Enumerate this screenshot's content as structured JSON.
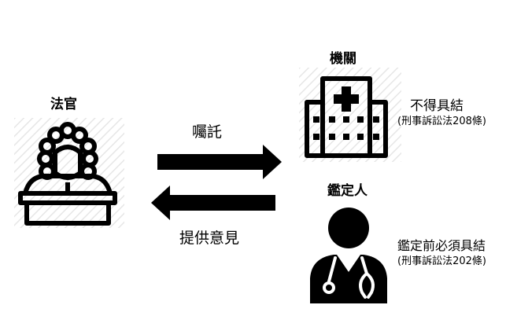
{
  "judge": {
    "label": "法官",
    "icon": "judge-icon"
  },
  "agency": {
    "label": "機關",
    "icon": "hospital-icon"
  },
  "expert": {
    "label": "鑑定人",
    "icon": "doctor-icon"
  },
  "commission": {
    "label": "囑託",
    "icon": "arrow-right-icon"
  },
  "submit_opinion": {
    "label": "提供意見",
    "icon": "arrow-left-icon"
  },
  "agency_note": {
    "line1": "不得具結",
    "line2": "(刑事訴訟法208條)"
  },
  "expert_note": {
    "line1": "鑑定前必須具結",
    "line2": "(刑事訴訟法202條)"
  },
  "colors": {
    "ink": "#000000",
    "background": "#ffffff",
    "hatch": "#e6e6e6"
  }
}
